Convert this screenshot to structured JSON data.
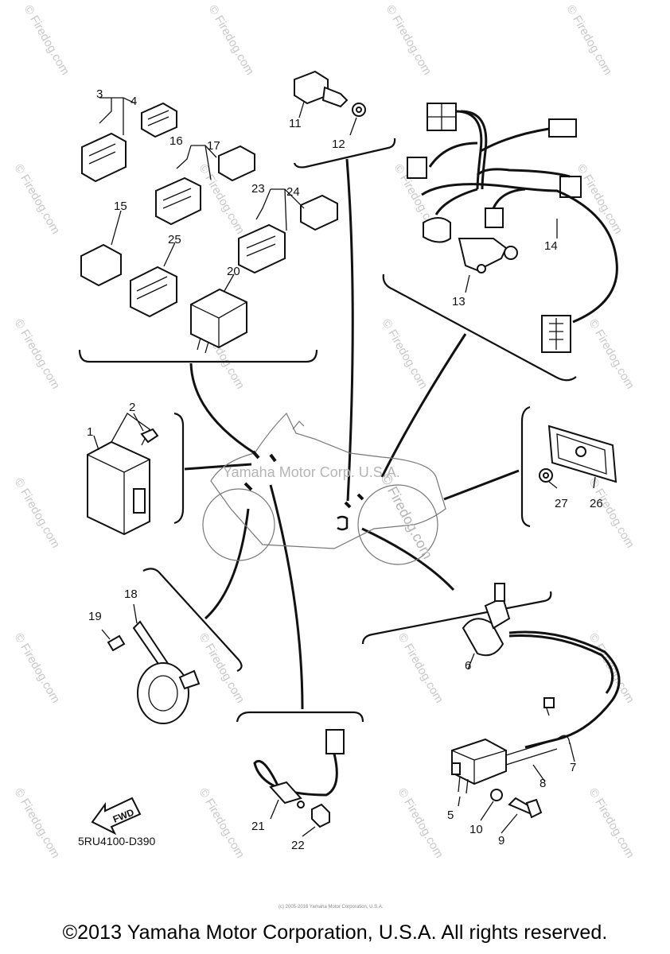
{
  "footer": {
    "copyright": "©2013 Yamaha Motor Corporation, U.S.A. All rights reserved."
  },
  "diagram": {
    "code": "5RU4100-D390",
    "fwd_label": "FWD",
    "small_notice": "(c) 2005-2016 Yamaha Motor Corporation, U.S.A.",
    "watermark_center": "Yamaha Motor Corp. U.S.A.",
    "watermark_site": "© Firedog.com",
    "watermark_tile": "© Firedog.com"
  },
  "callouts": {
    "c1": "1",
    "c2": "2",
    "c3": "3",
    "c4": "4",
    "c5": "5",
    "c6": "6",
    "c7": "7",
    "c8": "8",
    "c9": "9",
    "c10": "10",
    "c11": "11",
    "c12": "12",
    "c13": "13",
    "c14": "14",
    "c15": "15",
    "c16": "16",
    "c17": "17",
    "c18": "18",
    "c19": "19",
    "c20": "20",
    "c21": "21",
    "c22": "22",
    "c23": "23",
    "c24": "24",
    "c25": "25",
    "c26": "26",
    "c27": "27"
  }
}
